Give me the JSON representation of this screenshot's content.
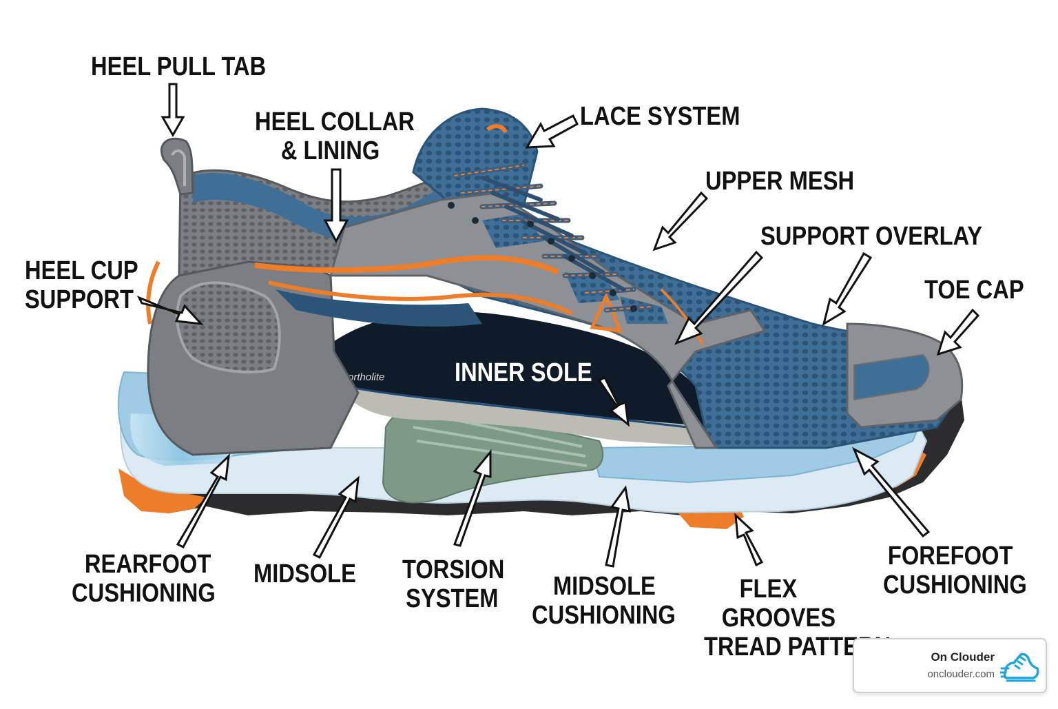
{
  "labels": {
    "heel_pull_tab": "HEEL PULL TAB",
    "heel_collar_line1": "HEEL COLLAR",
    "heel_collar_line2": "& LINING",
    "lace_system": "LACE SYSTEM",
    "upper_mesh": "UPPER MESH",
    "support_overlay": "SUPPORT OVERLAY",
    "heel_cup_line1": "HEEL CUP",
    "heel_cup_line2": "SUPPORT",
    "toe_cap": "TOE CAP",
    "inner_sole": "INNER SOLE",
    "rearfoot_line1": "REARFOOT",
    "rearfoot_line2": "CUSHIONING",
    "midsole": "MIDSOLE",
    "torsion_line1": "TORSION",
    "torsion_line2": "SYSTEM",
    "midsole_cush_line1": "MIDSOLE",
    "midsole_cush_line2": "CUSHIONING",
    "flex_line1": "FLEX",
    "flex_line2": "GROOVES",
    "flex_line3": "TREAD PATTERN",
    "forefoot_line1": "FOREFOOT",
    "forefoot_line2": "CUSHIONING"
  },
  "insole_print": "ortholite",
  "watermark": {
    "brand": "On Clouder",
    "site": "onclouder.com",
    "icon": "running-shoe-icon"
  },
  "colors": {
    "upper_blue": "#3f6f96",
    "mesh_grey": "#7b7f84",
    "overlay_grey": "#8d9094",
    "accent_orange": "#ee7d2a",
    "midsole_light": "#dceaf3",
    "midsole_blue": "#9fcbe4",
    "torsion_green": "#7d9a86",
    "outsole_dark": "#2c2c2e",
    "logo_blue": "#1ba6dc"
  }
}
